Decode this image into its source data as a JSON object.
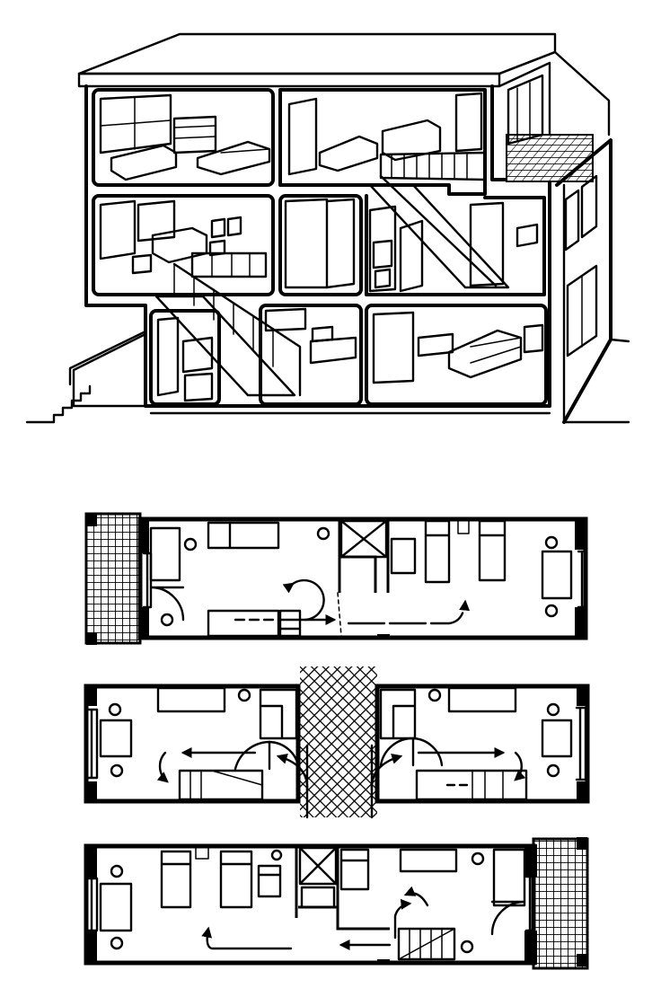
{
  "figure": {
    "views": [
      {
        "id": "section-perspective",
        "kind": "cutaway perspective"
      },
      {
        "id": "plan-upper",
        "kind": "floor plan"
      },
      {
        "id": "plan-middle",
        "kind": "floor plan"
      },
      {
        "id": "plan-lower",
        "kind": "floor plan"
      }
    ],
    "colors": {
      "ink": "#000000",
      "paper": "#ffffff"
    },
    "icons": [
      "stair-icon",
      "door-swing-icon",
      "circulation-arrow-icon",
      "bed-icon",
      "hatched-terrace-icon"
    ]
  }
}
